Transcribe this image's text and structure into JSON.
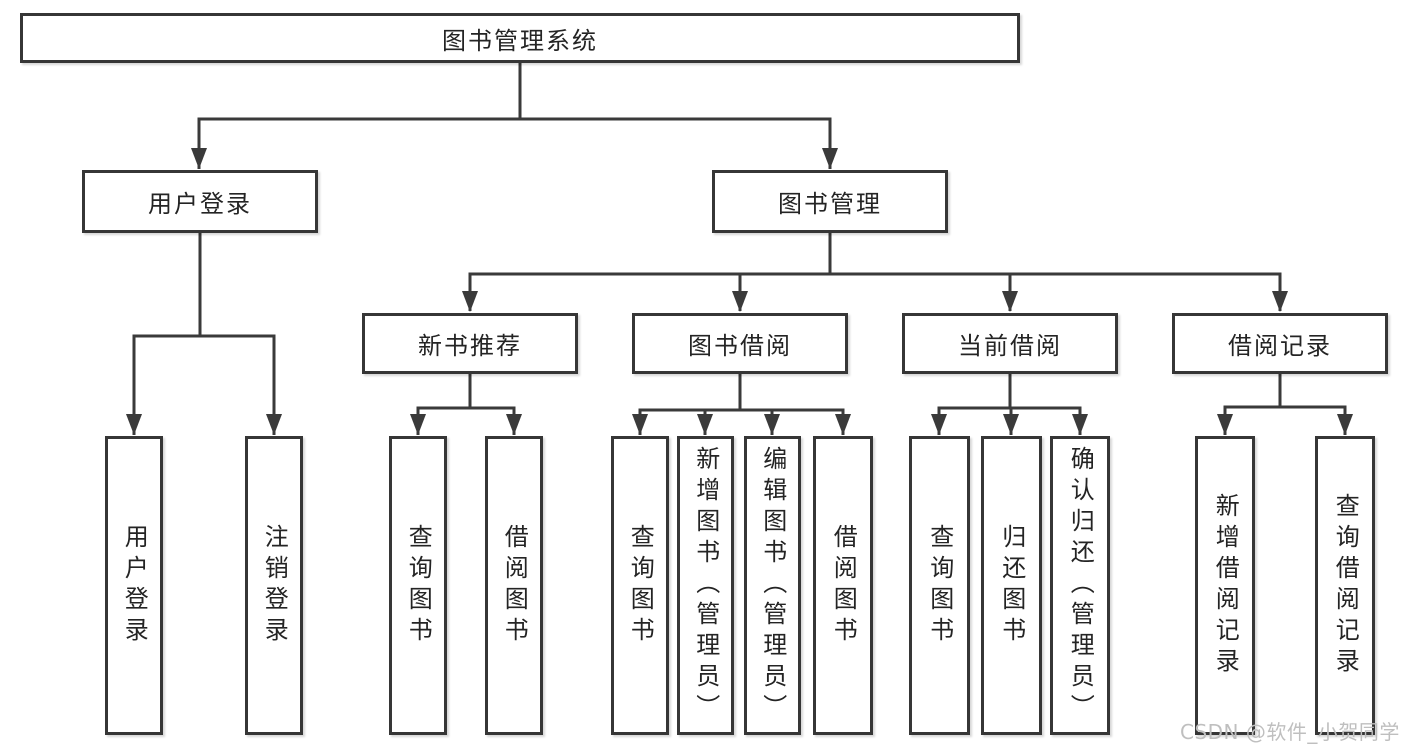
{
  "colors": {
    "background": "#ffffff",
    "box_border": "#363636",
    "connector_line": "#3a3a3a",
    "node_text": "#242424",
    "watermark_text": "#bfbfbf"
  },
  "watermark": "CSDN @软件_小贺同学",
  "diagram": {
    "root": {
      "label": "图书管理系统"
    },
    "branches": [
      {
        "label": "用户登录",
        "children": [
          {
            "label": "用户登录"
          },
          {
            "label": "注销登录"
          }
        ]
      },
      {
        "label": "图书管理",
        "children": [
          {
            "label": "新书推荐",
            "children": [
              {
                "label": "查询图书"
              },
              {
                "label": "借阅图书"
              }
            ]
          },
          {
            "label": "图书借阅",
            "children": [
              {
                "label": "查询图书"
              },
              {
                "label": "新增图书（管理员）"
              },
              {
                "label": "编辑图书（管理员）"
              },
              {
                "label": "借阅图书"
              }
            ]
          },
          {
            "label": "当前借阅",
            "children": [
              {
                "label": "查询图书"
              },
              {
                "label": "归还图书"
              },
              {
                "label": "确认归还（管理员）"
              }
            ]
          },
          {
            "label": "借阅记录",
            "children": [
              {
                "label": "新增借阅记录"
              },
              {
                "label": "查询借阅记录"
              }
            ]
          }
        ]
      }
    ]
  }
}
